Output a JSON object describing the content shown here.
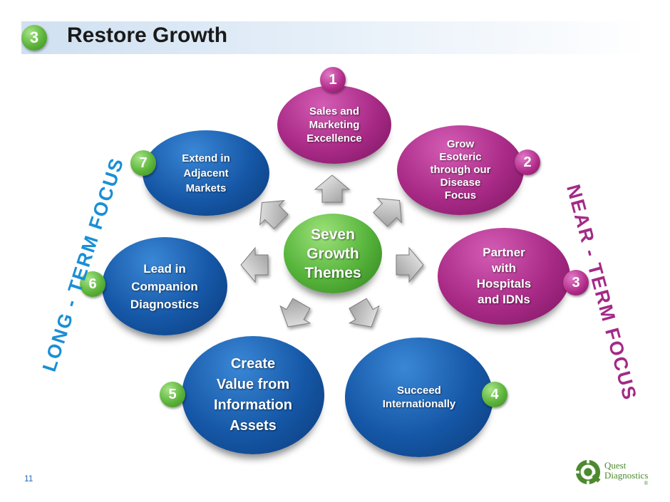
{
  "header": {
    "badge": "3",
    "title": "Restore Growth"
  },
  "center": {
    "label": "Seven\nGrowth\nThemes",
    "color": "#55b33a"
  },
  "themes": [
    {
      "number": "1",
      "label": "Sales and\nMarketing\nExcellence",
      "color": "#a82a86"
    },
    {
      "number": "2",
      "label": "Grow\nEsoteric\nthrough our\nDisease\nFocus",
      "color": "#a82a86"
    },
    {
      "number": "3",
      "label": "Partner\nwith\nHospitals\nand IDNs",
      "color": "#a82a86"
    },
    {
      "number": "4",
      "label": "Succeed\nInternationally",
      "color": "#1557a6"
    },
    {
      "number": "5",
      "label": "Create\nValue from\nInformation\nAssets",
      "color": "#1557a6"
    },
    {
      "number": "6",
      "label": "Lead in\nCompanion\nDiagnostics",
      "color": "#1557a6"
    },
    {
      "number": "7",
      "label": "Extend in\nAdjacent\nMarkets",
      "color": "#1557a6"
    }
  ],
  "focus": {
    "long_term": "LONG - TERM  FOCUS",
    "near_term": "NEAR - TERM  FOCUS",
    "long_term_color": "#1a8fd6",
    "near_term_color": "#a32a86"
  },
  "footer": {
    "page_number": "11",
    "logo_line1": "Quest",
    "logo_line2": "Diagnostics",
    "logo_mark": "®"
  }
}
